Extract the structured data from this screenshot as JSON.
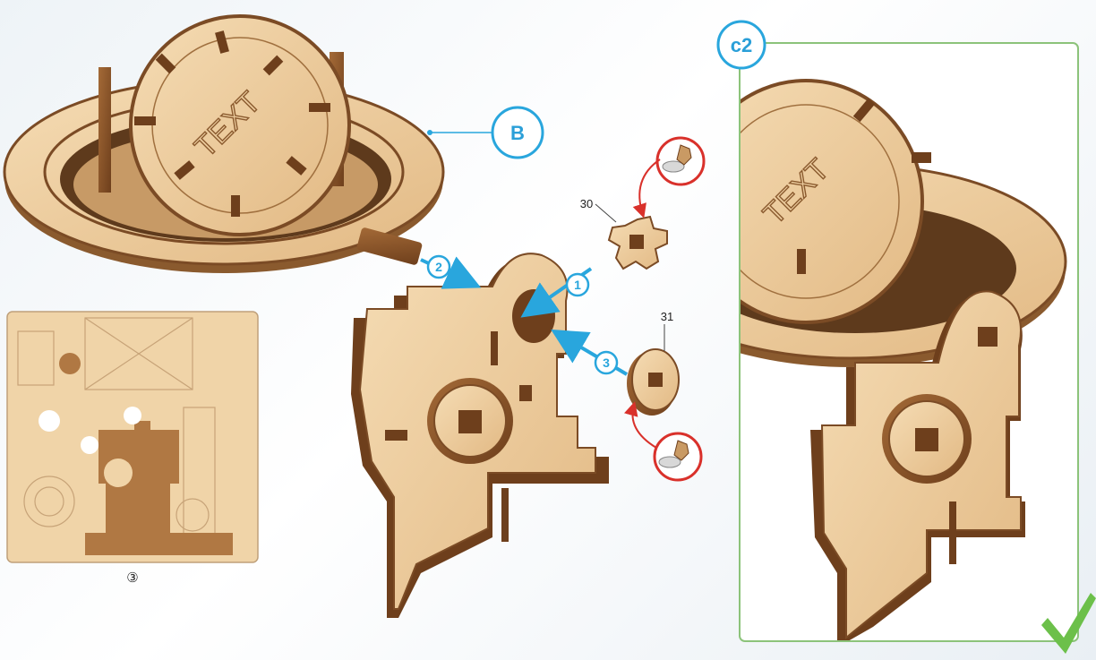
{
  "diagram": {
    "callout_b": "B",
    "engraving": "TEXT",
    "sheet_label": "③",
    "parts": [
      {
        "id": "part-30",
        "label": "30"
      },
      {
        "id": "part-31",
        "label": "31"
      }
    ],
    "steps": [
      "1",
      "2",
      "3"
    ],
    "result_panel": {
      "label": "c2",
      "engraving": "TEXT"
    }
  },
  "colors": {
    "wood_light": "#f1d3a6",
    "wood_mid": "#dcb07c",
    "wood_edge": "#7b4b25",
    "accent_blue": "#29a6dd",
    "panel_border": "#8cc37a",
    "check_green": "#6cc04a",
    "alert_red": "#d9312b"
  }
}
